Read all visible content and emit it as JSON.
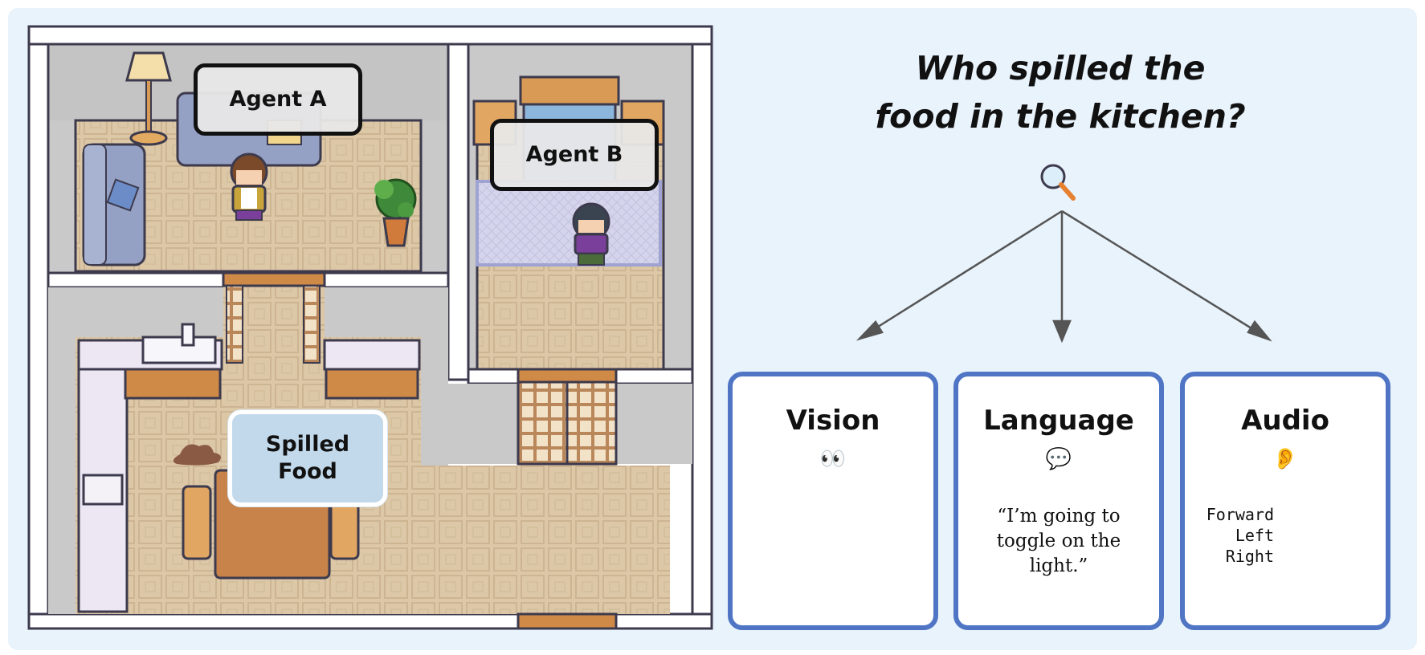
{
  "labels": {
    "agent_a": "Agent A",
    "agent_b": "Agent B",
    "spilled_line1": "Spilled",
    "spilled_line2": "Food"
  },
  "question": {
    "line1": "Who spilled the",
    "line2": "food in the kitchen?"
  },
  "modalities": [
    {
      "title": "Vision",
      "icon": "eyes-icon"
    },
    {
      "title": "Language",
      "icon": "speech-bubble-icon",
      "quote": "“I’m going to toggle on the light.”"
    },
    {
      "title": "Audio",
      "icon": "ear-icon",
      "commands": [
        "Forward",
        "Left",
        "Right"
      ]
    }
  ],
  "colors": {
    "panel_bg": "#e9f3fc",
    "card_border": "#4f75c4",
    "bubble_fill": "#ddeefb"
  }
}
